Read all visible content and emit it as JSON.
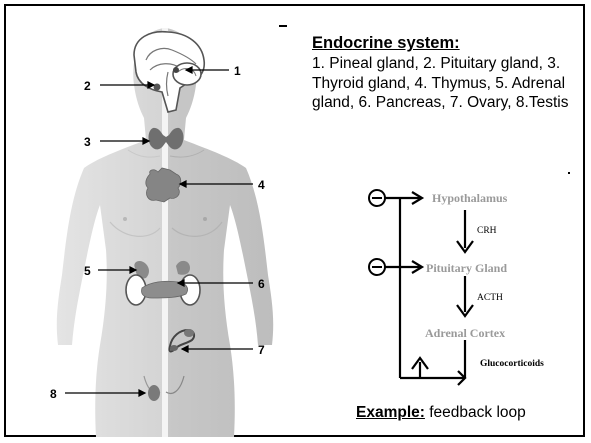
{
  "heading": "Endocrine system:",
  "description": "1. Pineal gland, 2. Pituitary gland, 3. Thyroid gland, 4. Thymus, 5. Adrenal gland, 6. Pancreas, 7. Ovary, 8.Testis",
  "figure": {
    "callouts": [
      "1",
      "2",
      "3",
      "4",
      "5",
      "6",
      "7",
      "8"
    ]
  },
  "feedback": {
    "inhibit_symbol": "⊖",
    "nodes": [
      "Hypothalamus",
      "Pituitary Gland",
      "Adrenal Cortex"
    ],
    "hormones": [
      "CRH",
      "ACTH",
      "Glucocorticoids"
    ]
  },
  "example": {
    "label": "Example:",
    "text": " feedback loop"
  }
}
